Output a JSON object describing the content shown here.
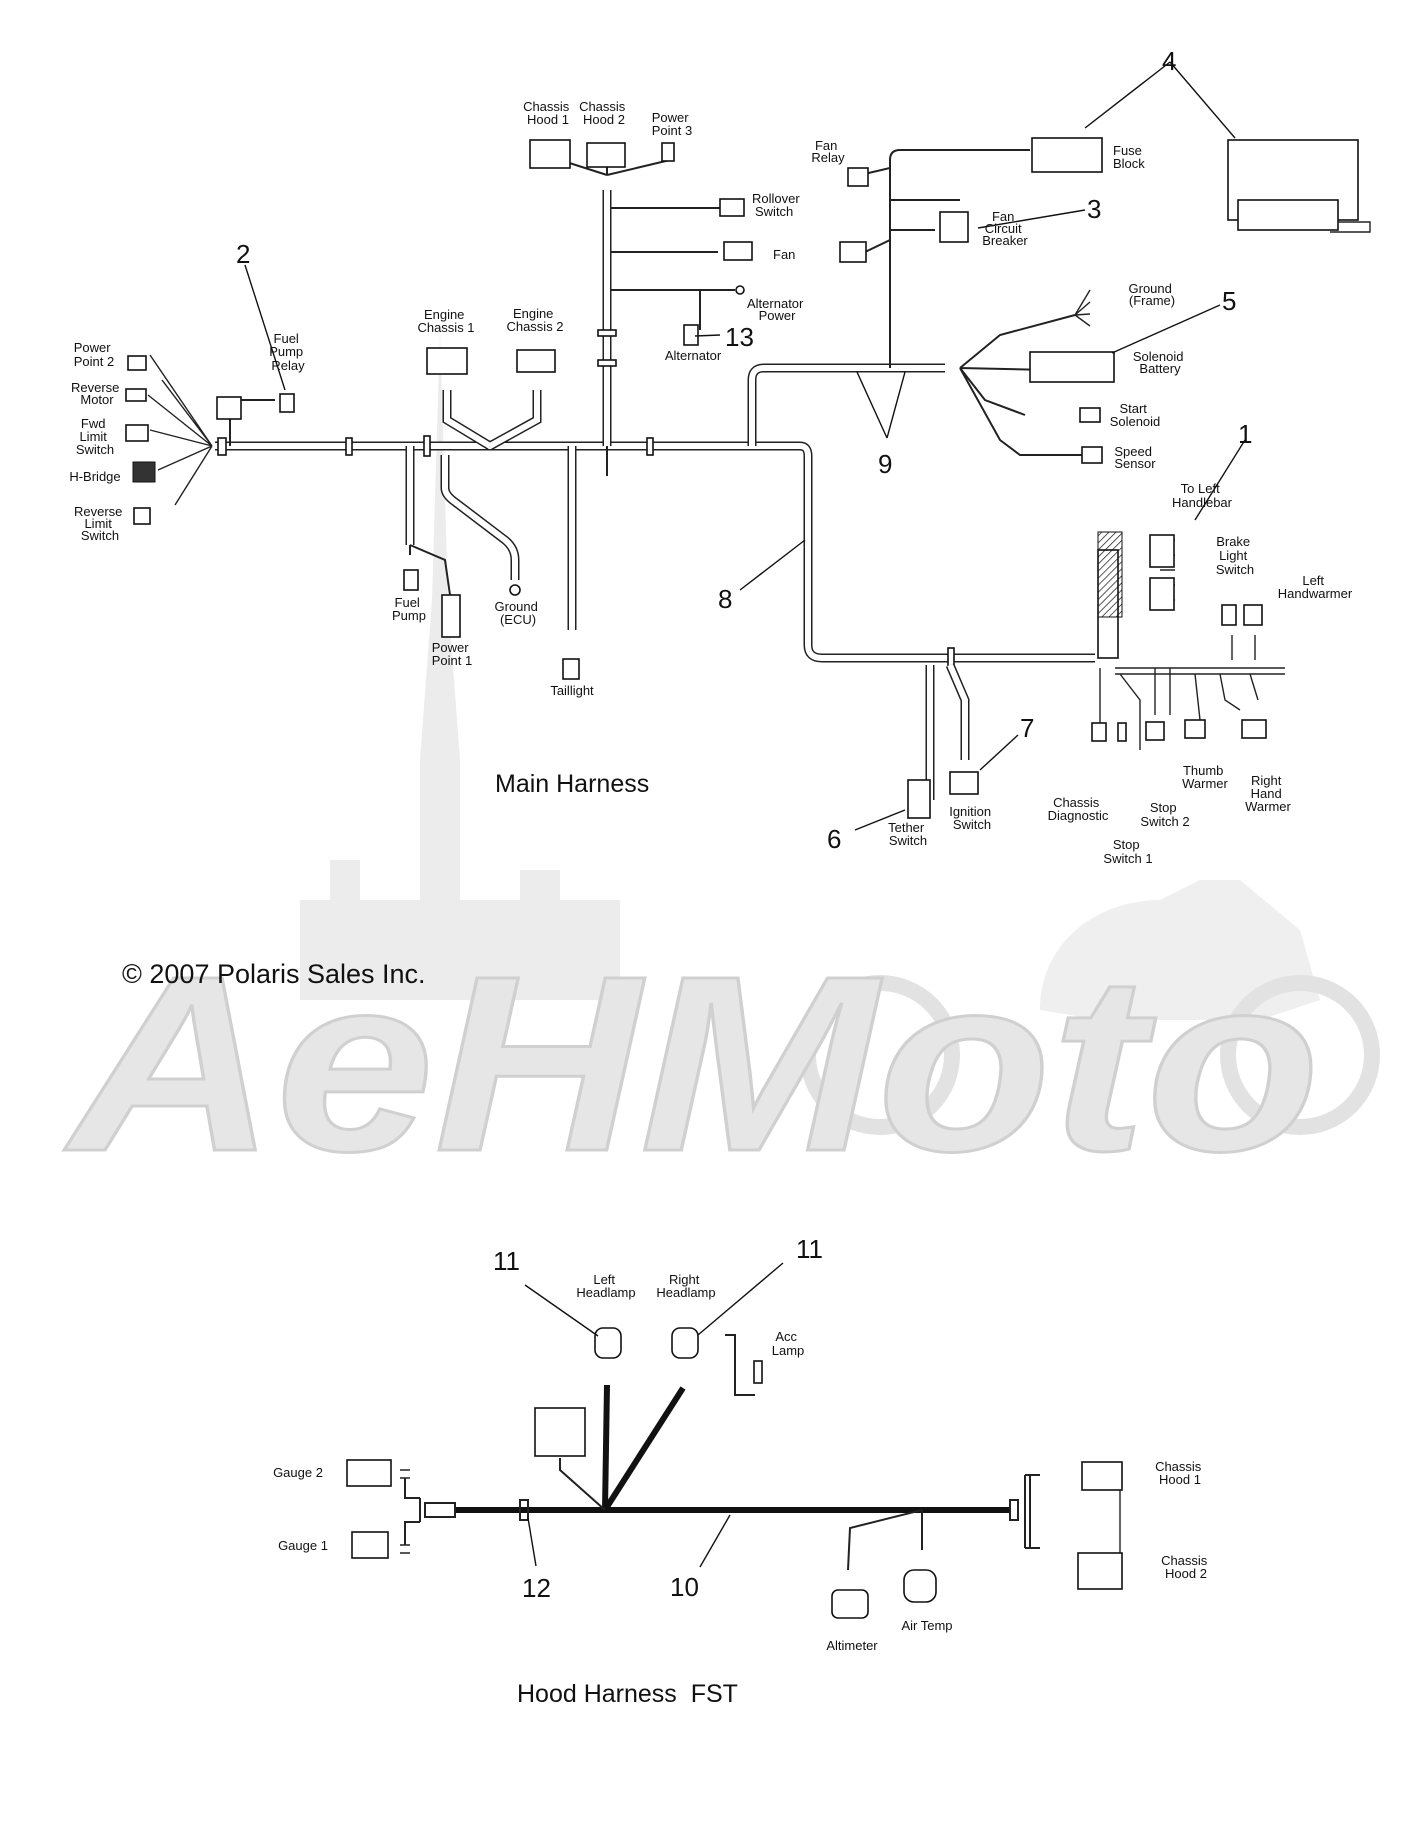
{
  "watermark": {
    "text": "AeHMoto",
    "color": "#e6e6e6"
  },
  "copyright": "© 2007 Polaris Sales Inc.",
  "main_harness": {
    "title": "Main Harness",
    "labels": {
      "power_point_2": [
        "Power",
        "Point 2"
      ],
      "reverse_motor": [
        "Reverse",
        "Motor"
      ],
      "fwd_limit_switch": [
        "Fwd",
        "Limit",
        "Switch"
      ],
      "h_bridge": [
        "H-Bridge"
      ],
      "reverse_limit_switch": [
        "Reverse",
        "Limit",
        "Switch"
      ],
      "fuel_pump_relay": [
        "Fuel",
        "Pump",
        "Relay"
      ],
      "engine_chassis_1": [
        "Engine",
        "Chassis 1"
      ],
      "engine_chassis_2": [
        "Engine",
        "Chassis 2"
      ],
      "chassis_hood_1": [
        "Chassis",
        "Hood 1"
      ],
      "chassis_hood_2": [
        "Chassis",
        "Hood 2"
      ],
      "power_point_3": [
        "Power",
        "Point 3"
      ],
      "rollover_switch": [
        "Rollover",
        "Switch"
      ],
      "fan": [
        "Fan"
      ],
      "alternator_power": [
        "Alternator",
        "Power"
      ],
      "alternator": [
        "Alternator"
      ],
      "fan_relay": [
        "Fan",
        "Relay"
      ],
      "fuse_block": [
        "Fuse",
        "Block"
      ],
      "fan_circuit_breaker": [
        "Fan",
        "Circuit",
        "Breaker"
      ],
      "ground_frame": [
        "Ground",
        "(Frame)"
      ],
      "solenoid_battery": [
        "Solenoid",
        "Battery"
      ],
      "start_solenoid": [
        "Start",
        "Solenoid"
      ],
      "speed_sensor": [
        "Speed",
        "Sensor"
      ],
      "to_left_handlebar": [
        "To Left",
        "Handlebar"
      ],
      "brake_light_switch": [
        "Brake",
        "Light",
        "Switch"
      ],
      "left_handwarmer": [
        "Left",
        "Handwarmer"
      ],
      "fuel_pump": [
        "Fuel",
        "Pump"
      ],
      "power_point_1": [
        "Power",
        "Point 1"
      ],
      "ground_ecu": [
        "Ground",
        "(ECU)"
      ],
      "taillight": [
        "Taillight"
      ],
      "tether_switch": [
        "Tether",
        "Switch"
      ],
      "ignition_switch": [
        "Ignition",
        "Switch"
      ],
      "chassis_diagnostic": [
        "Chassis",
        "Diagnostic"
      ],
      "stop_switch_1": [
        "Stop",
        "Switch 1"
      ],
      "stop_switch_2": [
        "Stop",
        "Switch 2"
      ],
      "thumb_warmer": [
        "Thumb",
        "Warmer"
      ],
      "right_hand_warmer": [
        "Right",
        "Hand",
        "Warmer"
      ]
    },
    "callouts": [
      "1",
      "2",
      "3",
      "4",
      "5",
      "6",
      "7",
      "8",
      "9",
      "13"
    ]
  },
  "hood_harness": {
    "title": "Hood Harness  FST",
    "labels": {
      "left_headlamp": [
        "Left",
        "Headlamp"
      ],
      "right_headlamp": [
        "Right",
        "Headlamp"
      ],
      "acc_lamp": [
        "Acc",
        "Lamp"
      ],
      "gauge_2": [
        "Gauge 2"
      ],
      "gauge_1": [
        "Gauge 1"
      ],
      "chassis_hood_1": [
        "Chassis",
        "Hood 1"
      ],
      "chassis_hood_2": [
        "Chassis",
        "Hood 2"
      ],
      "altimeter": [
        "Altimeter"
      ],
      "air_temp": [
        "Air Temp"
      ]
    },
    "callouts": [
      "10",
      "11",
      "11",
      "12"
    ]
  }
}
